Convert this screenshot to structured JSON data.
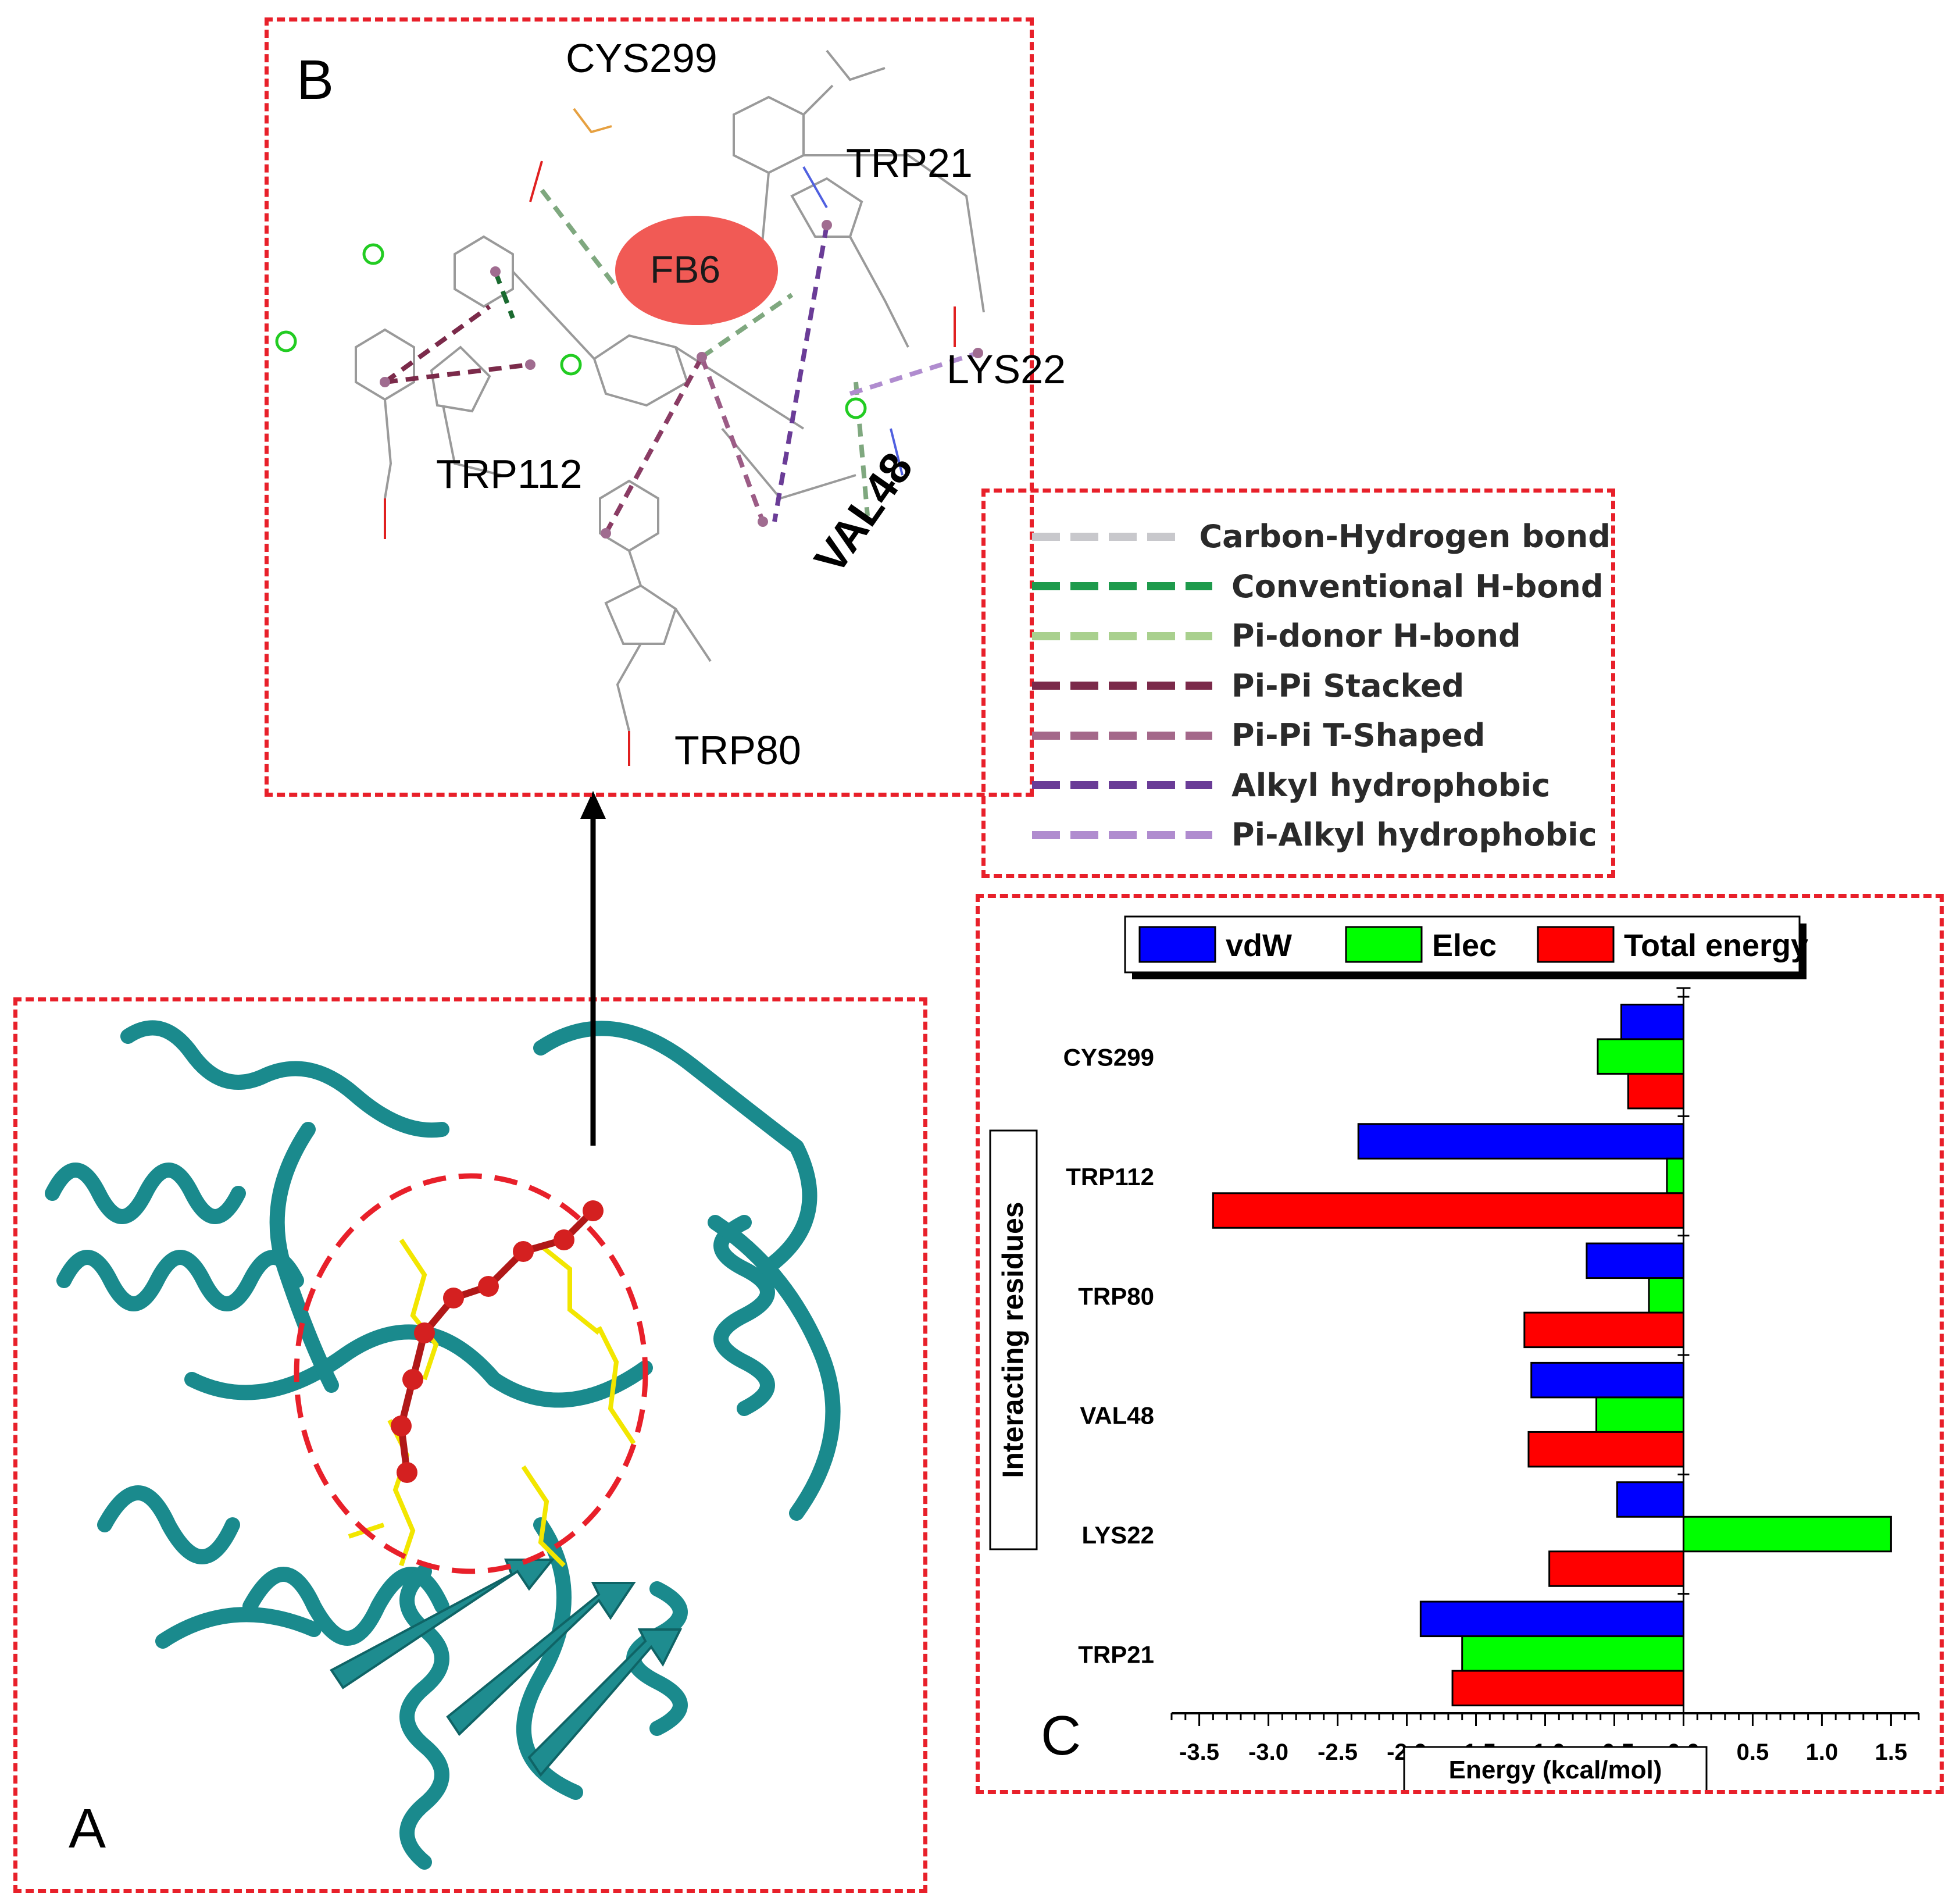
{
  "figure": {
    "panel_labels": {
      "a": "A",
      "b": "B",
      "c": "C"
    },
    "ligand_label": "FB6",
    "residue_labels": [
      "CYS299",
      "TRP21",
      "LYS22",
      "TRP112",
      "VAL48",
      "TRP80"
    ],
    "colors": {
      "panel_border": "#e8202a",
      "protein": "#1e8c8f",
      "ligand": "#cc1e1e",
      "residue_sticks": "#f2e600",
      "fb6_ellipse": "#f15a55"
    }
  },
  "interaction_legend": [
    {
      "label": "Carbon-Hydrogen bond",
      "color": "#c8c8cc"
    },
    {
      "label": "Conventional H-bond",
      "color": "#1e9a4c"
    },
    {
      "label": "Pi-donor H-bond",
      "color": "#a9d08e"
    },
    {
      "label": "Pi-Pi Stacked",
      "color": "#7b2a4a"
    },
    {
      "label": "Pi-Pi T-Shaped",
      "color": "#a4688a"
    },
    {
      "label": "Alkyl hydrophobic",
      "color": "#6a3c97"
    },
    {
      "label": "Pi-Alkyl hydrophobic",
      "color": "#b08ccf"
    }
  ],
  "chart_data": {
    "type": "bar",
    "orientation": "horizontal",
    "categories": [
      "CYS299",
      "TRP112",
      "TRP80",
      "VAL48",
      "LYS22",
      "TRP21"
    ],
    "series": [
      {
        "name": "vdW",
        "color": "#0000ff",
        "values": [
          -0.45,
          -2.35,
          -0.7,
          -1.1,
          -0.48,
          -1.9
        ]
      },
      {
        "name": "Elec",
        "color": "#00ff00",
        "values": [
          -0.62,
          -0.12,
          -0.25,
          -0.63,
          1.5,
          -1.6
        ]
      },
      {
        "name": "Total energy",
        "color": "#ff0000",
        "values": [
          -0.4,
          -3.4,
          -1.15,
          -1.12,
          -0.97,
          -1.67
        ]
      }
    ],
    "xlabel": "Energy (kcal/mol)",
    "ylabel": "Interacting residues",
    "xlim": [
      -3.7,
      1.7
    ],
    "xticks": [
      "-3.5",
      "-3.0",
      "-2.5",
      "-2.0",
      "-1.5",
      "-1.0",
      "-0.5",
      "0.0",
      "0.5",
      "1.0",
      "1.5"
    ],
    "legend_position": "top",
    "grid": false
  }
}
